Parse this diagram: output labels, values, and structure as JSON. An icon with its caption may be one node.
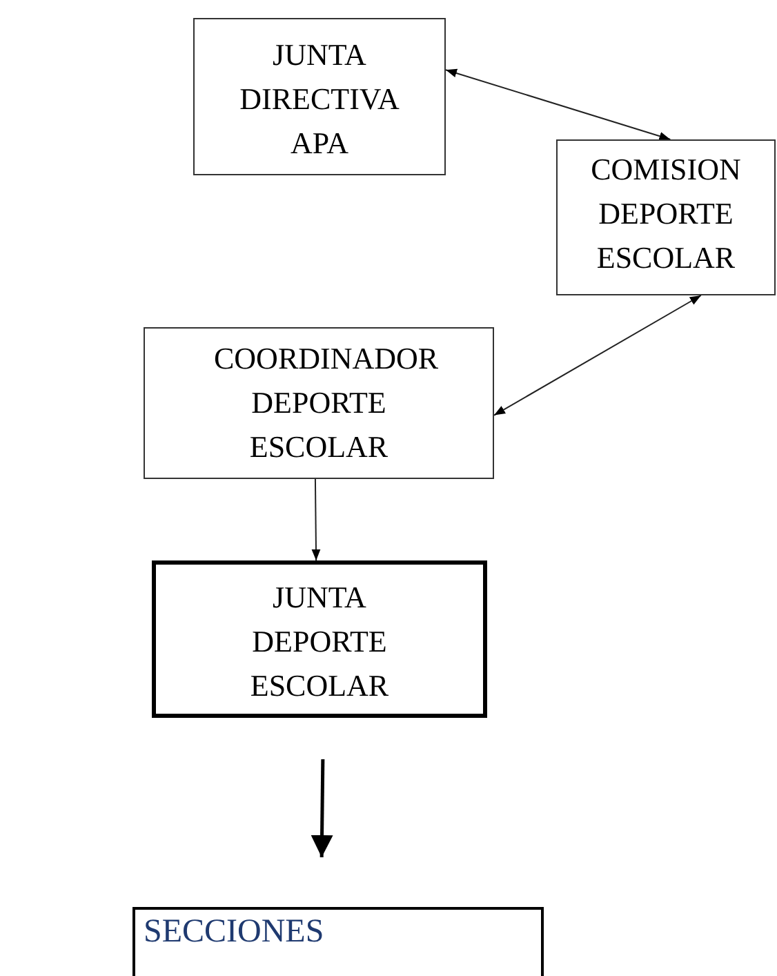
{
  "diagram": {
    "nodes": [
      {
        "text": [
          "JUNTA DIRECTIVA APA"
        ]
      },
      {
        "text": [
          "COMISION DEPORTE ESCOLAR"
        ]
      },
      {
        "text": [
          "COORDINADOR DEPORTE ESCOLAR"
        ]
      },
      {
        "text": [
          "JUNTA DEPORTE ESCOLAR"
        ]
      },
      {
        "text": [
          "SECCIONES"
        ]
      }
    ],
    "edges": [
      {
        "from": 0,
        "to": 1,
        "arrow": "both"
      },
      {
        "from": 1,
        "to": 2,
        "arrow": "both"
      },
      {
        "from": 2,
        "to": 3,
        "arrow": "to"
      },
      {
        "from": 3,
        "to": 4,
        "arrow": "to",
        "style": "thick"
      }
    ]
  }
}
